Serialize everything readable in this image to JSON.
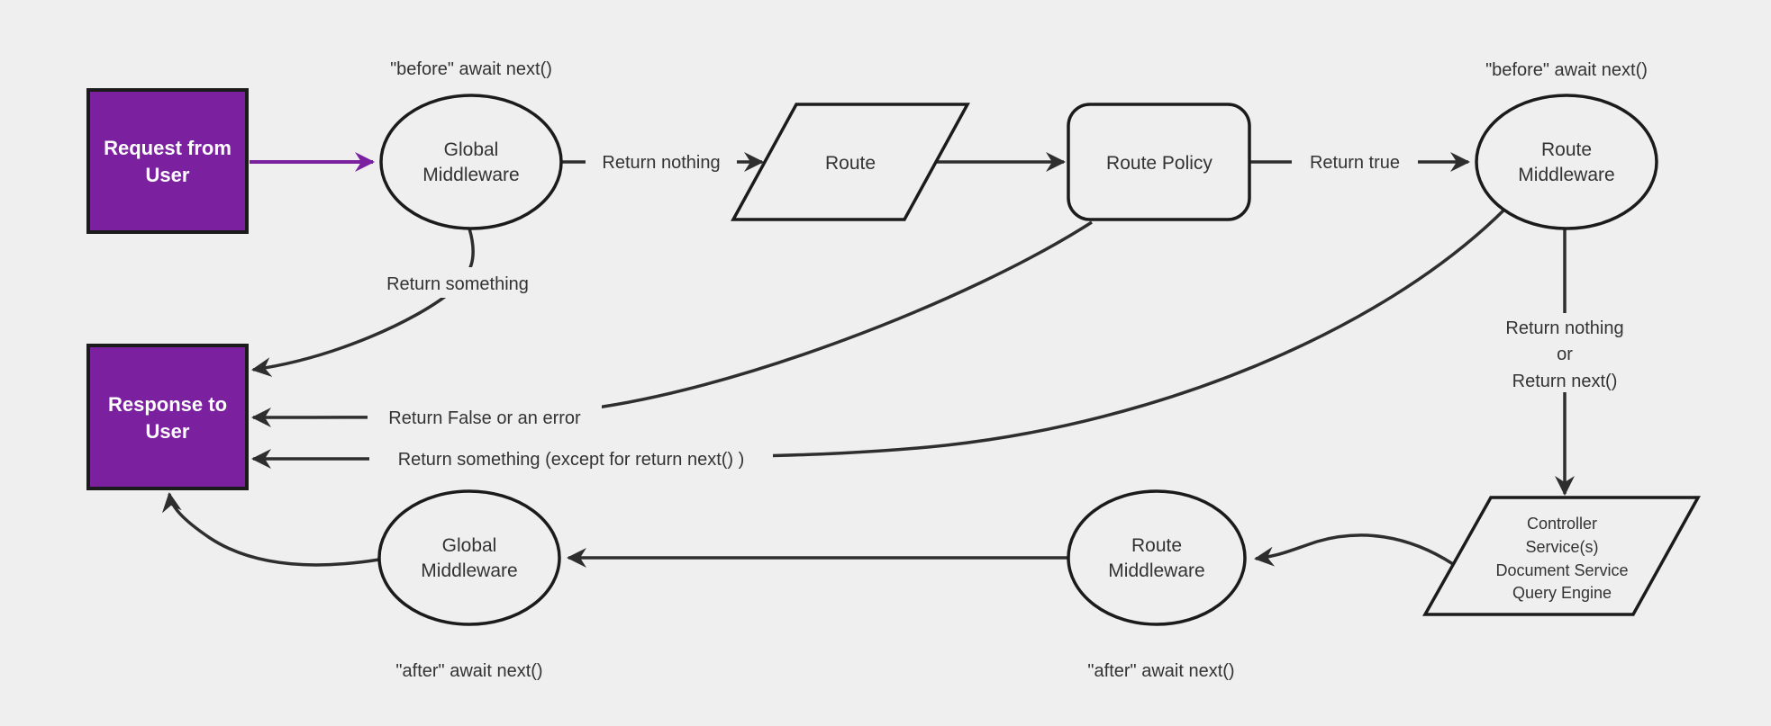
{
  "colors": {
    "background": "#efefef",
    "node_purple": "#7b219f",
    "node_border": "#1b1b1b",
    "edge_line": "#2e2e2e",
    "label_text": "#333333",
    "node_text_light": "#ffffff"
  },
  "nodes": {
    "request": {
      "line1": "Request from",
      "line2": "User"
    },
    "global_middleware_top": {
      "line1": "Global",
      "line2": "Middleware"
    },
    "route": {
      "label": "Route"
    },
    "route_policy": {
      "label": "Route Policy"
    },
    "route_middleware_top": {
      "line1": "Route",
      "line2": "Middleware"
    },
    "controller": {
      "line1": "Controller",
      "line2": "Service(s)",
      "line3": "Document Service",
      "line4": "Query Engine"
    },
    "route_middleware_bottom": {
      "line1": "Route",
      "line2": "Middleware"
    },
    "global_middleware_bottom": {
      "line1": "Global",
      "line2": "Middleware"
    },
    "response": {
      "line1": "Response to",
      "line2": "User"
    }
  },
  "edge_labels": {
    "before_await_top_left": "\"before\" await next()",
    "before_await_top_right": "\"before\" await next()",
    "return_nothing": "Return nothing",
    "return_true": "Return true",
    "return_something": "Return something",
    "return_false_or_error": "Return False or an error",
    "return_something_except": "Return something (except for return next() )",
    "return_nothing_or_line1": "Return nothing",
    "return_nothing_or_line2": "or",
    "return_nothing_or_line3": "Return next()",
    "after_await_bottom_left": "\"after\" await next()",
    "after_await_bottom_right": "\"after\" await next()"
  }
}
